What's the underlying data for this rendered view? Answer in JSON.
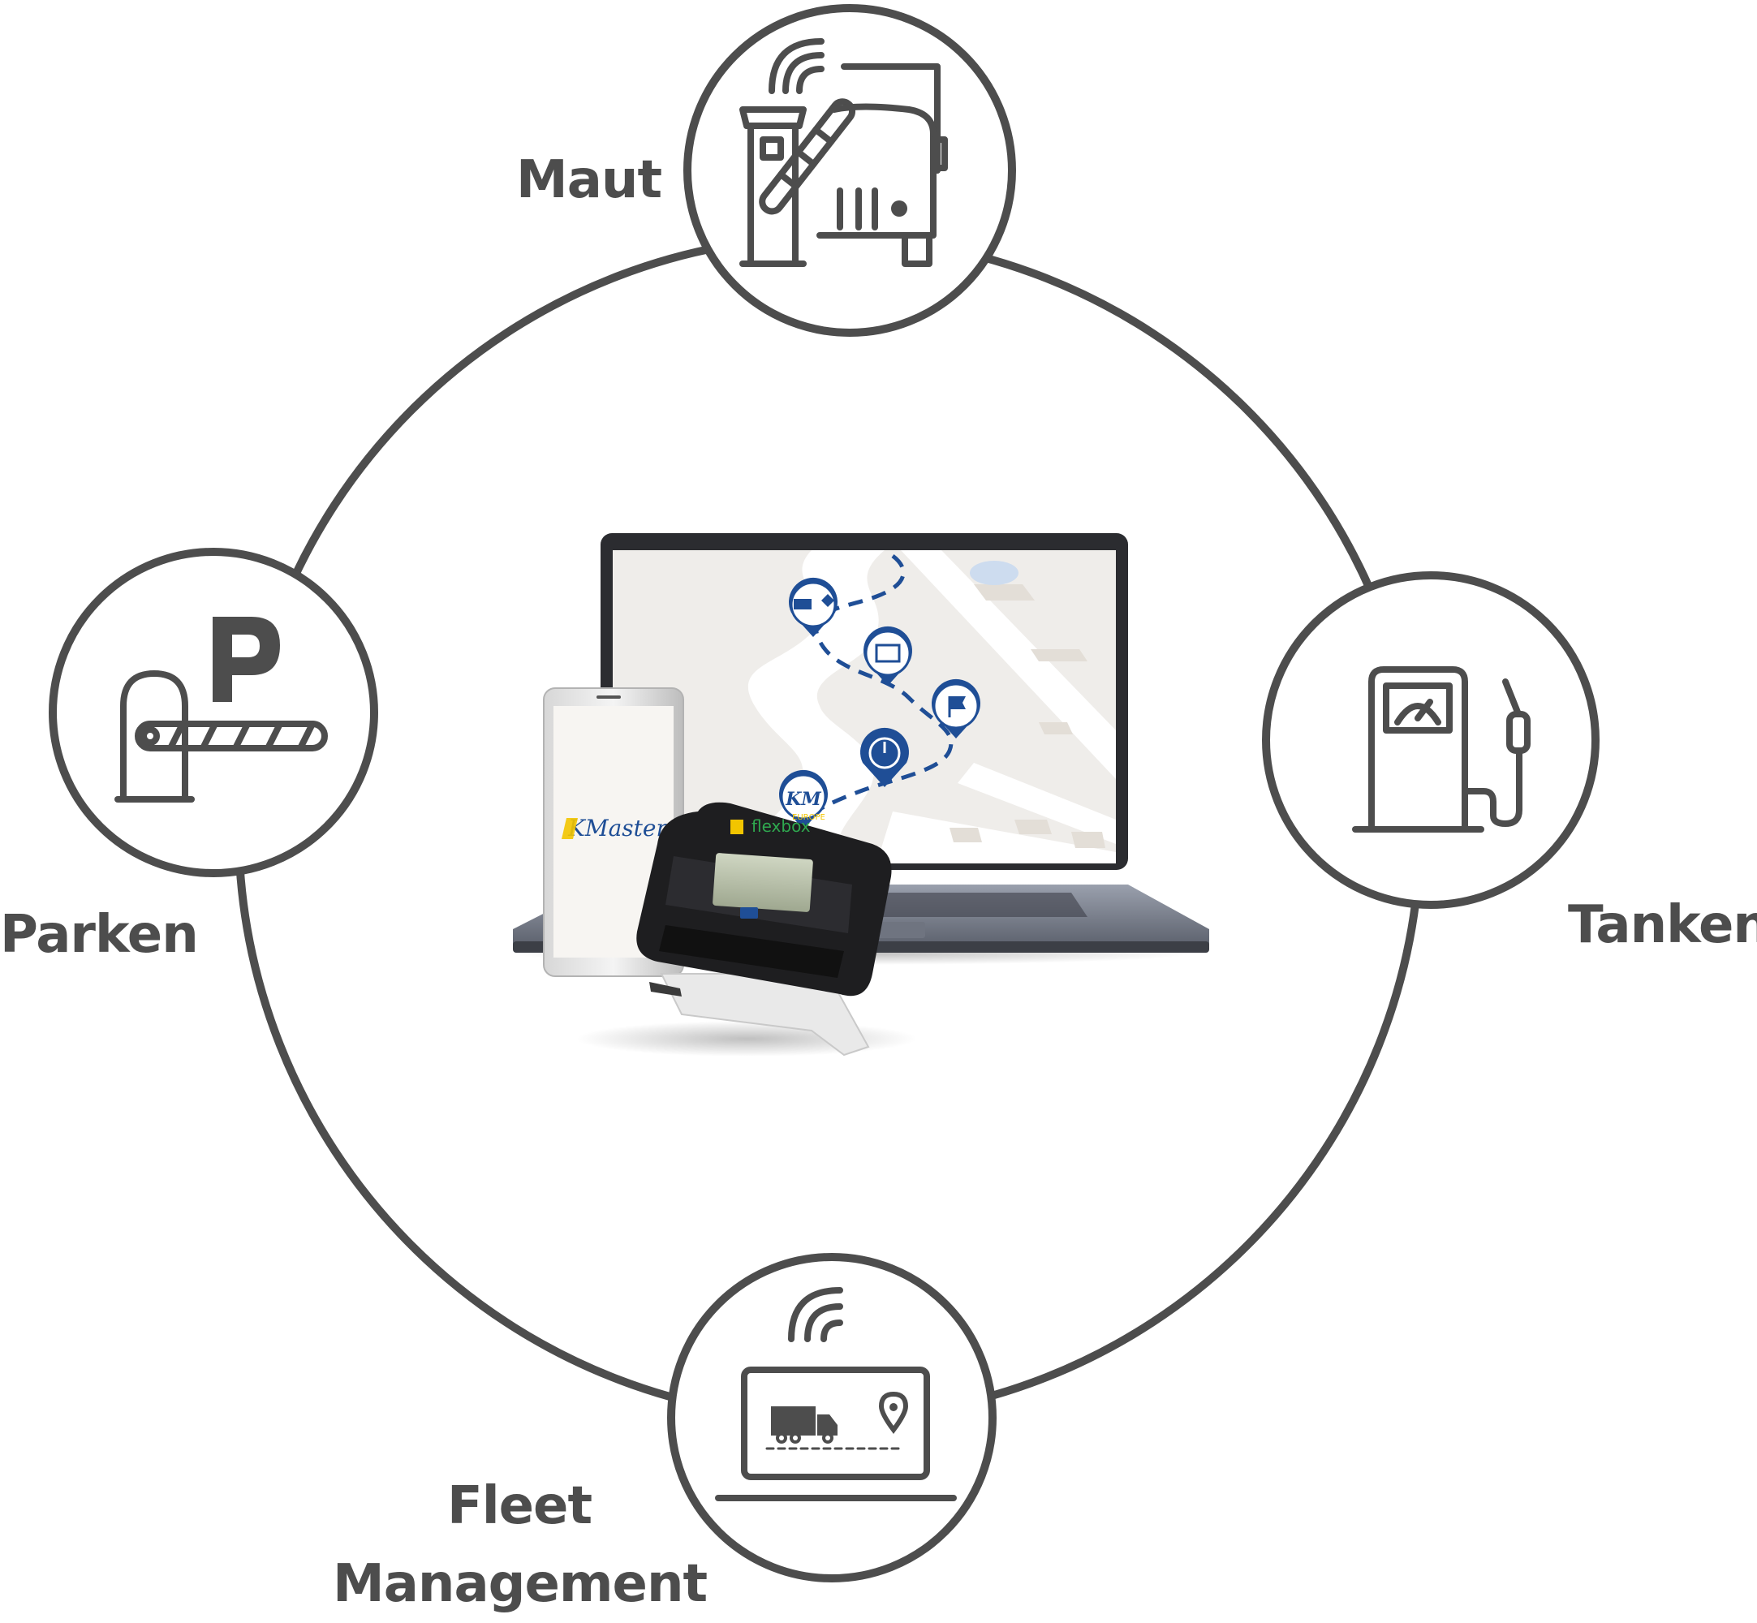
{
  "diagram": {
    "nodes": [
      {
        "id": "maut",
        "label": "Maut",
        "icon": "toll-barrier-truck-icon"
      },
      {
        "id": "parken",
        "label": "Parken",
        "icon": "parking-barrier-icon"
      },
      {
        "id": "tanken",
        "label": "Tanken",
        "icon": "fuel-pump-icon"
      },
      {
        "id": "fleet",
        "label_line1": "Fleet",
        "label_line2": "Management",
        "icon": "laptop-truck-tracking-icon"
      }
    ],
    "center": {
      "phone_brand": "KMaster",
      "map_badge": "KM",
      "device_brand": "flexbox",
      "device_sub": "EUROPE"
    }
  },
  "colors": {
    "ring": "#4d4d4d",
    "text": "#4d4d4d",
    "accent_blue": "#1f4e96",
    "accent_yellow": "#f2c500"
  }
}
